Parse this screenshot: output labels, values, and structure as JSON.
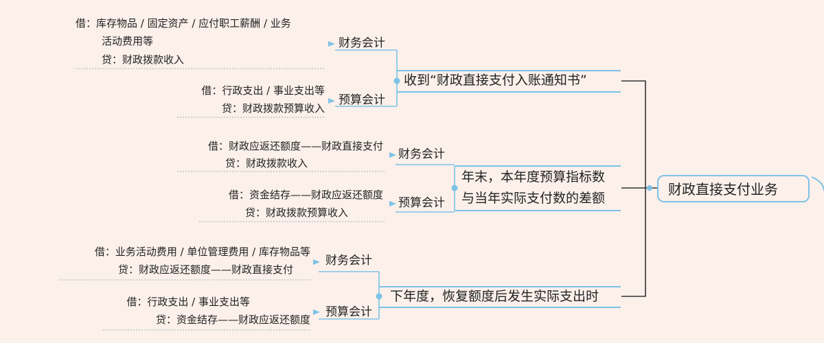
{
  "root": {
    "label": "财政直接支付业务"
  },
  "branches": [
    {
      "label": [
        "收到“财政直接支付入账通知书”"
      ],
      "children": [
        {
          "category": "财务会计",
          "entries": [
            "借：库存物品 / 固定资产 / 应付职工薪酬 / 业务",
            "活动费用等",
            "贷：财政拨款收入"
          ]
        },
        {
          "category": "预算会计",
          "entries": [
            "借：行政支出 / 事业支出等",
            "贷：财政拨款预算收入"
          ]
        }
      ]
    },
    {
      "label": [
        "年末，本年度预算指标数",
        "与当年实际支付数的差额"
      ],
      "children": [
        {
          "category": "财务会计",
          "entries": [
            "借：财政应返还额度——财政直接支付",
            "贷：财政拨款收入"
          ]
        },
        {
          "category": "预算会计",
          "entries": [
            "借：资金结存——财政应返还额度",
            "贷：财政拨款预算收入"
          ]
        }
      ]
    },
    {
      "label": [
        "下年度，恢复额度后发生实际支出时"
      ],
      "children": [
        {
          "category": "财务会计",
          "entries": [
            "借：业务活动费用 / 单位管理费用 / 库存物品等",
            "贷：财政应返还额度——财政直接支付"
          ]
        },
        {
          "category": "预算会计",
          "entries": [
            "借：行政支出 / 事业支出等",
            "贷：资金结存——财政应返还额度"
          ]
        }
      ]
    }
  ],
  "colors": {
    "background": "#fbf0ea",
    "accent": "#7cc3e6",
    "connector": "#333333",
    "dotted": "#9fb3c2",
    "text": "#222222"
  }
}
